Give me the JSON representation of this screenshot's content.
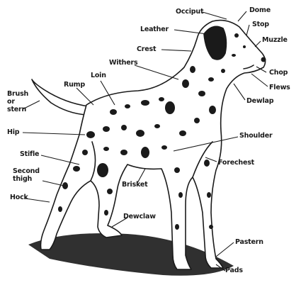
{
  "diagram": {
    "subject": "dalmatian",
    "ink_color": "#1a1a1a",
    "paper_color": "#ffffff",
    "labels": {
      "occiput": "Occiput",
      "dome": "Dome",
      "stop": "Stop",
      "muzzle": "Muzzle",
      "leather": "Leather",
      "crest": "Crest",
      "withers": "Withers",
      "chop": "Chop",
      "flews": "Flews",
      "dewlap": "Dewlap",
      "loin": "Loin",
      "rump": "Rump",
      "brush": "Brush",
      "or": "or",
      "stern": "stern",
      "hip": "Hip",
      "shoulder": "Shoulder",
      "stifle": "Stifle",
      "forechest": "Forechest",
      "second": "Second",
      "thigh": "thigh",
      "hock": "Hock",
      "brisket": "Brisket",
      "dewclaw": "Dewclaw",
      "pastern": "Pastern",
      "pads": "Pads"
    }
  }
}
